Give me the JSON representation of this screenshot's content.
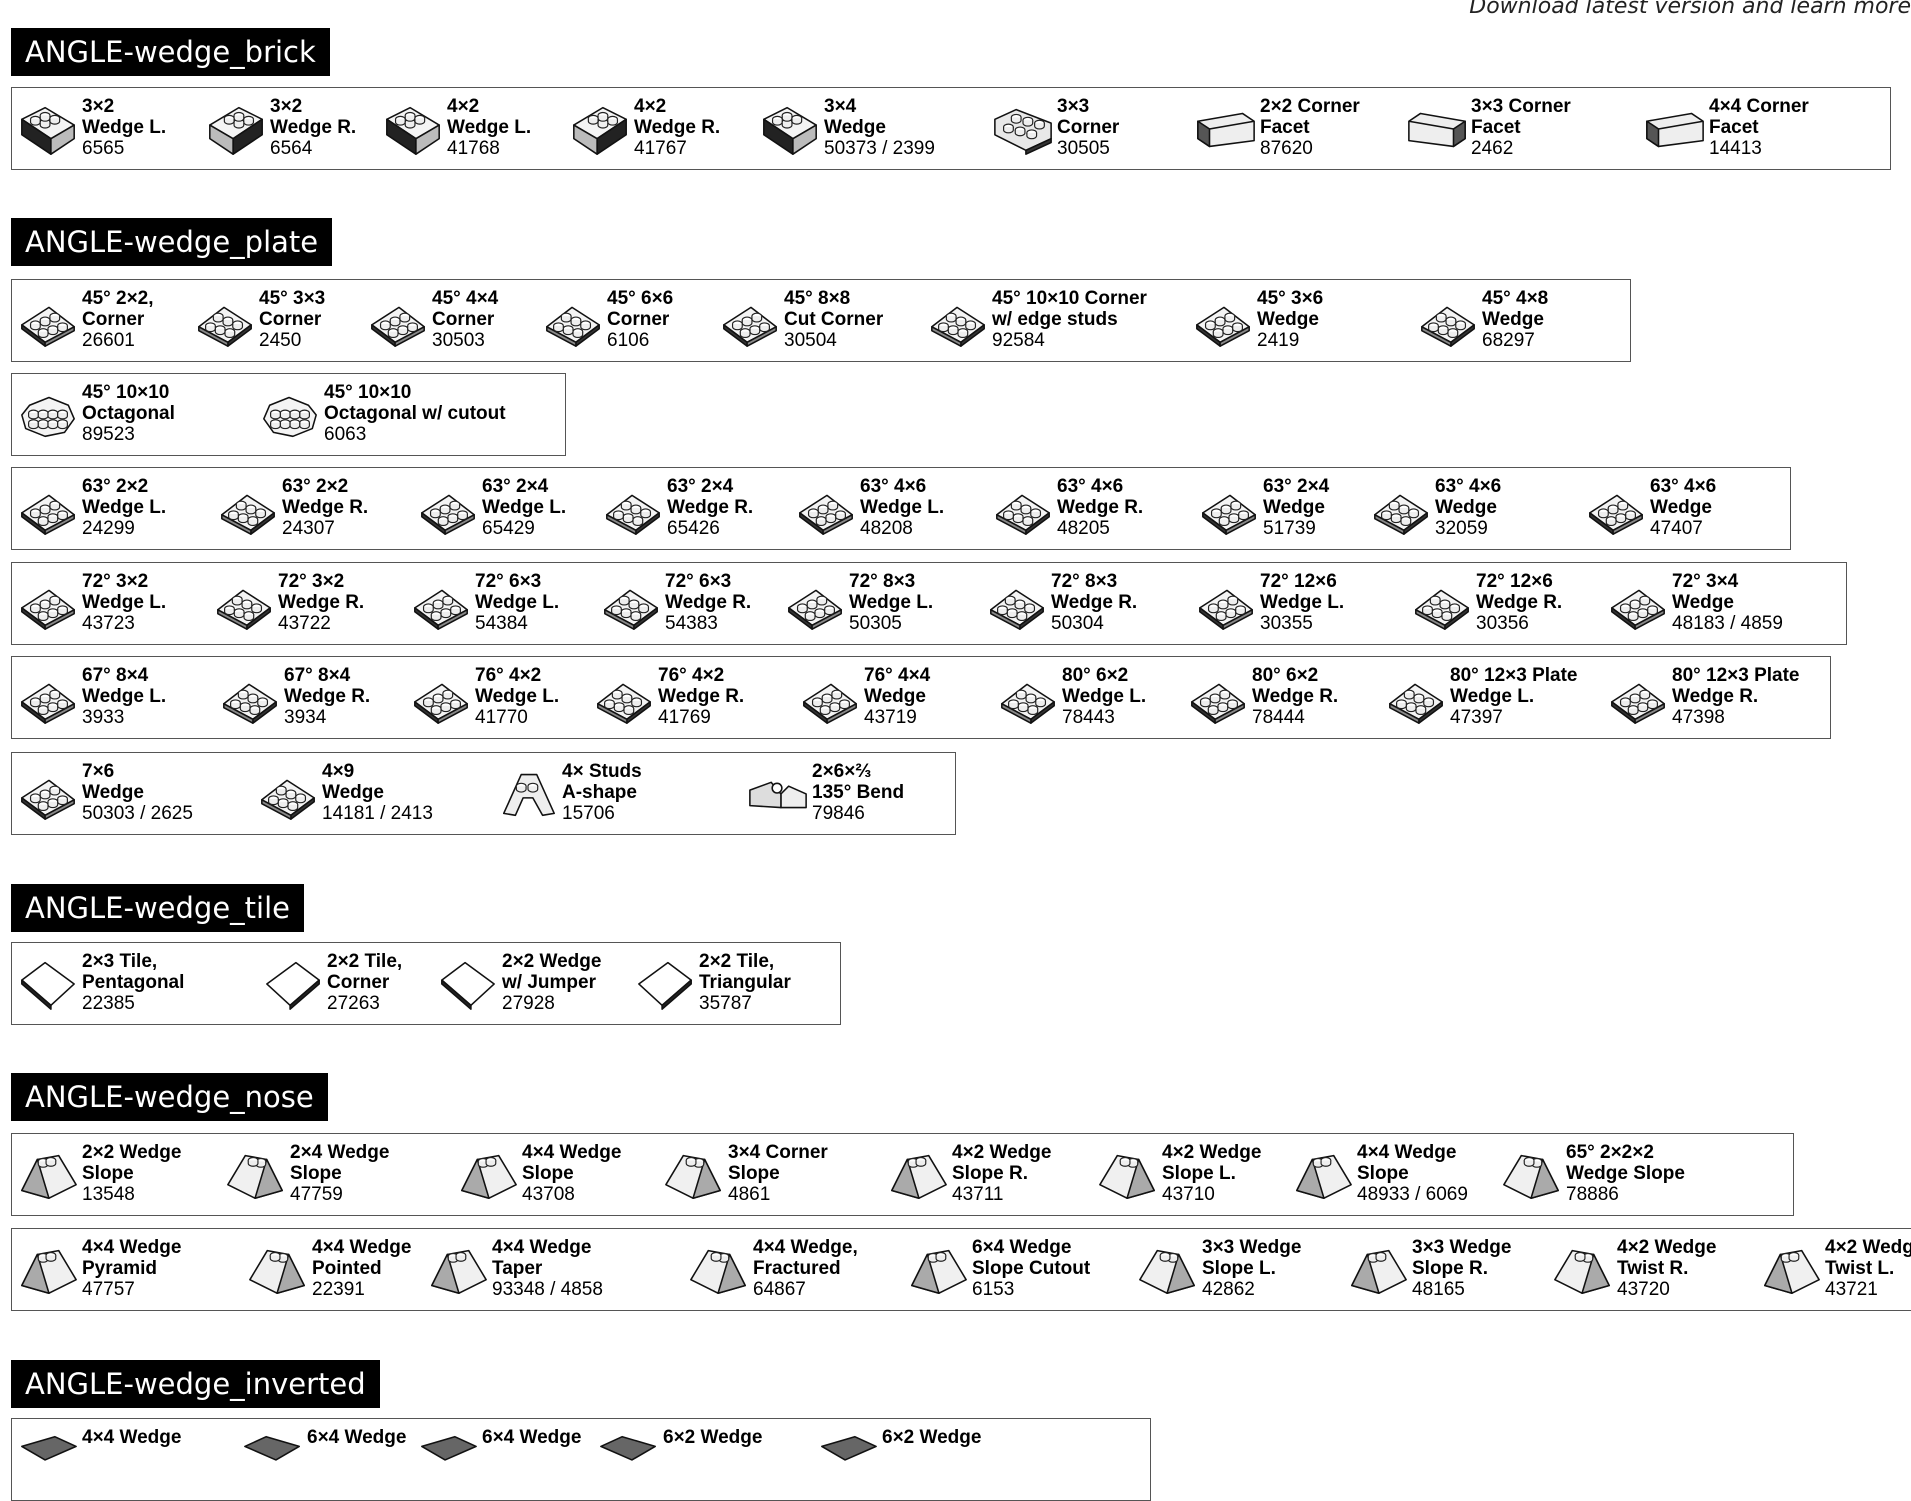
{
  "top_note": "Download latest version and learn more",
  "sections": [
    {
      "title": "ANGLE-wedge_brick",
      "rows": [
        {
          "items": [
            {
              "lines": [
                "3×2",
                "Wedge L."
              ],
              "num": "6565",
              "icon": "wedge-icon"
            },
            {
              "lines": [
                "3×2",
                "Wedge R."
              ],
              "num": "6564",
              "icon": "wedge-icon"
            },
            {
              "lines": [
                "4×2",
                "Wedge L."
              ],
              "num": "41768",
              "icon": "wedge-icon"
            },
            {
              "lines": [
                "4×2",
                "Wedge R."
              ],
              "num": "41767",
              "icon": "wedge-icon"
            },
            {
              "lines": [
                "3×4",
                "Wedge"
              ],
              "num": "50373 / 2399",
              "icon": "wedge-icon"
            },
            {
              "lines": [
                "3×3",
                "Corner"
              ],
              "num": "30505",
              "icon": "corner-icon"
            },
            {
              "lines": [
                "2×2 Corner",
                "Facet"
              ],
              "num": "87620",
              "icon": "facet-icon"
            },
            {
              "lines": [
                "3×3 Corner",
                "Facet"
              ],
              "num": "2462",
              "icon": "facet-icon"
            },
            {
              "lines": [
                "4×4 Corner",
                "Facet"
              ],
              "num": "14413",
              "icon": "facet-icon"
            }
          ]
        }
      ]
    },
    {
      "title": "ANGLE-wedge_plate",
      "rows": [
        {
          "items": [
            {
              "lines": [
                "45° 2×2,",
                "Corner"
              ],
              "num": "26601",
              "icon": "plate-icon"
            },
            {
              "lines": [
                "45° 3×3",
                "Corner"
              ],
              "num": "2450",
              "icon": "plate-icon"
            },
            {
              "lines": [
                "45° 4×4",
                "Corner"
              ],
              "num": "30503",
              "icon": "plate-icon"
            },
            {
              "lines": [
                "45° 6×6",
                "Corner"
              ],
              "num": "6106",
              "icon": "plate-icon"
            },
            {
              "lines": [
                "45° 8×8",
                "Cut Corner"
              ],
              "num": "30504",
              "icon": "plate-icon"
            },
            {
              "lines": [
                "45° 10×10 Corner",
                "w/ edge studs"
              ],
              "num": "92584",
              "icon": "plate-icon"
            },
            {
              "lines": [
                "45° 3×6",
                "Wedge"
              ],
              "num": "2419",
              "icon": "plate-icon"
            },
            {
              "lines": [
                "45° 4×8",
                "Wedge"
              ],
              "num": "68297",
              "icon": "plate-icon"
            }
          ]
        },
        {
          "items": [
            {
              "lines": [
                "45° 10×10",
                "Octagonal"
              ],
              "num": "89523",
              "icon": "octagon-icon"
            },
            {
              "lines": [
                "45° 10×10",
                "Octagonal w/ cutout"
              ],
              "num": "6063",
              "icon": "octagon-icon"
            }
          ]
        },
        {
          "items": [
            {
              "lines": [
                "63° 2×2",
                "Wedge L."
              ],
              "num": "24299",
              "icon": "plate-icon"
            },
            {
              "lines": [
                "63° 2×2",
                "Wedge R."
              ],
              "num": "24307",
              "icon": "plate-icon"
            },
            {
              "lines": [
                "63° 2×4",
                "Wedge L."
              ],
              "num": "65429",
              "icon": "plate-icon"
            },
            {
              "lines": [
                "63° 2×4",
                "Wedge R."
              ],
              "num": "65426",
              "icon": "plate-icon"
            },
            {
              "lines": [
                "63° 4×6",
                "Wedge L."
              ],
              "num": "48208",
              "icon": "plate-icon"
            },
            {
              "lines": [
                "63° 4×6",
                "Wedge R."
              ],
              "num": "48205",
              "icon": "plate-icon"
            },
            {
              "lines": [
                "63° 2×4",
                "Wedge"
              ],
              "num": "51739",
              "icon": "plate-icon"
            },
            {
              "lines": [
                "63° 4×6",
                "Wedge"
              ],
              "num": "32059",
              "icon": "plate-icon"
            },
            {
              "lines": [
                "63° 4×6",
                "Wedge"
              ],
              "num": "47407",
              "icon": "plate-icon"
            }
          ]
        },
        {
          "items": [
            {
              "lines": [
                "72° 3×2",
                "Wedge L."
              ],
              "num": "43723",
              "icon": "plate-icon"
            },
            {
              "lines": [
                "72° 3×2",
                "Wedge R."
              ],
              "num": "43722",
              "icon": "plate-icon"
            },
            {
              "lines": [
                "72° 6×3",
                "Wedge L."
              ],
              "num": "54384",
              "icon": "plate-icon"
            },
            {
              "lines": [
                "72° 6×3",
                "Wedge R."
              ],
              "num": "54383",
              "icon": "plate-icon"
            },
            {
              "lines": [
                "72° 8×3",
                "Wedge L."
              ],
              "num": "50305",
              "icon": "plate-icon"
            },
            {
              "lines": [
                "72° 8×3",
                "Wedge R."
              ],
              "num": "50304",
              "icon": "plate-icon"
            },
            {
              "lines": [
                "72° 12×6",
                "Wedge L."
              ],
              "num": "30355",
              "icon": "plate-icon"
            },
            {
              "lines": [
                "72° 12×6",
                "Wedge R."
              ],
              "num": "30356",
              "icon": "plate-icon"
            },
            {
              "lines": [
                "72° 3×4",
                "Wedge"
              ],
              "num": "48183 / 4859",
              "icon": "plate-icon"
            }
          ]
        },
        {
          "items": [
            {
              "lines": [
                "67° 8×4",
                "Wedge L."
              ],
              "num": "3933",
              "icon": "plate-icon"
            },
            {
              "lines": [
                "67° 8×4",
                "Wedge R."
              ],
              "num": "3934",
              "icon": "plate-icon"
            },
            {
              "lines": [
                "76° 4×2",
                "Wedge L."
              ],
              "num": "41770",
              "icon": "plate-icon"
            },
            {
              "lines": [
                "76° 4×2",
                "Wedge R."
              ],
              "num": "41769",
              "icon": "plate-icon"
            },
            {
              "lines": [
                "76° 4×4",
                "Wedge"
              ],
              "num": "43719",
              "icon": "plate-icon"
            },
            {
              "lines": [
                "80° 6×2",
                "Wedge L."
              ],
              "num": "78443",
              "icon": "plate-icon"
            },
            {
              "lines": [
                "80° 6×2",
                "Wedge R."
              ],
              "num": "78444",
              "icon": "plate-icon"
            },
            {
              "lines": [
                "80° 12×3 Plate",
                "Wedge L."
              ],
              "num": "47397",
              "icon": "plate-icon"
            },
            {
              "lines": [
                "80° 12×3 Plate",
                "Wedge R."
              ],
              "num": "47398",
              "icon": "plate-icon"
            }
          ]
        },
        {
          "items": [
            {
              "lines": [
                "7×6",
                "Wedge"
              ],
              "num": "50303 / 2625",
              "icon": "plate-icon"
            },
            {
              "lines": [
                "4×9",
                "Wedge"
              ],
              "num": "14181 / 2413",
              "icon": "plate-icon"
            },
            {
              "lines": [
                "4× Studs",
                "A-shape"
              ],
              "num": "15706",
              "icon": "a-shape-icon"
            },
            {
              "lines": [
                "2×6×⅔",
                "135° Bend"
              ],
              "num": "79846",
              "icon": "bend-icon"
            }
          ]
        }
      ]
    },
    {
      "title": "ANGLE-wedge_tile",
      "rows": [
        {
          "items": [
            {
              "lines": [
                "2×3 Tile,",
                "Pentagonal"
              ],
              "num": "22385",
              "icon": "tile-icon"
            },
            {
              "lines": [
                "2×2 Tile,",
                "Corner"
              ],
              "num": "27263",
              "icon": "tile-icon"
            },
            {
              "lines": [
                "2×2 Wedge",
                "w/ Jumper"
              ],
              "num": "27928",
              "icon": "tile-icon"
            },
            {
              "lines": [
                "2×2 Tile,",
                "Triangular"
              ],
              "num": "35787",
              "icon": "tile-icon"
            }
          ]
        }
      ]
    },
    {
      "title": "ANGLE-wedge_nose",
      "rows": [
        {
          "items": [
            {
              "lines": [
                "2×2 Wedge",
                "Slope"
              ],
              "num": "13548",
              "icon": "nose-icon"
            },
            {
              "lines": [
                "2×4 Wedge",
                "Slope"
              ],
              "num": "47759",
              "icon": "nose-icon"
            },
            {
              "lines": [
                "4×4 Wedge",
                "Slope"
              ],
              "num": "43708",
              "icon": "nose-icon"
            },
            {
              "lines": [
                "3×4 Corner",
                "Slope"
              ],
              "num": "4861",
              "icon": "nose-icon"
            },
            {
              "lines": [
                "4×2 Wedge",
                "Slope R."
              ],
              "num": "43711",
              "icon": "nose-icon"
            },
            {
              "lines": [
                "4×2 Wedge",
                "Slope L."
              ],
              "num": "43710",
              "icon": "nose-icon"
            },
            {
              "lines": [
                "4×4 Wedge",
                "Slope"
              ],
              "num": "48933 / 6069",
              "icon": "nose-icon"
            },
            {
              "lines": [
                "65° 2×2×2",
                "Wedge Slope"
              ],
              "num": "78886",
              "icon": "nose-icon"
            }
          ]
        },
        {
          "items": [
            {
              "lines": [
                "4×4 Wedge",
                "Pyramid"
              ],
              "num": "47757",
              "icon": "nose-icon"
            },
            {
              "lines": [
                "4×4 Wedge",
                "Pointed"
              ],
              "num": "22391",
              "icon": "nose-icon"
            },
            {
              "lines": [
                "4×4 Wedge",
                "Taper"
              ],
              "num": "93348 / 4858",
              "icon": "nose-icon"
            },
            {
              "lines": [
                "4×4 Wedge,",
                "Fractured"
              ],
              "num": "64867",
              "icon": "nose-icon"
            },
            {
              "lines": [
                "6×4 Wedge",
                "Slope Cutout"
              ],
              "num": "6153",
              "icon": "nose-icon"
            },
            {
              "lines": [
                "3×3 Wedge",
                "Slope L."
              ],
              "num": "42862",
              "icon": "nose-icon"
            },
            {
              "lines": [
                "3×3 Wedge",
                "Slope R."
              ],
              "num": "48165",
              "icon": "nose-icon"
            },
            {
              "lines": [
                "4×2 Wedge",
                "Twist R."
              ],
              "num": "43720",
              "icon": "nose-icon"
            },
            {
              "lines": [
                "4×2 Wedg",
                "Twist L."
              ],
              "num": "43721",
              "icon": "nose-icon"
            }
          ]
        }
      ]
    },
    {
      "title": "ANGLE-wedge_inverted",
      "rows": [
        {
          "items": [
            {
              "lines": [
                "4×4 Wedge"
              ],
              "num": "",
              "icon": "inverted-icon"
            },
            {
              "lines": [
                "6×4 Wedge"
              ],
              "num": "",
              "icon": "inverted-icon"
            },
            {
              "lines": [
                "6×4 Wedge"
              ],
              "num": "",
              "icon": "inverted-icon"
            },
            {
              "lines": [
                "6×2 Wedge"
              ],
              "num": "",
              "icon": "inverted-icon"
            },
            {
              "lines": [
                "6×2 Wedge"
              ],
              "num": "",
              "icon": "inverted-icon"
            }
          ]
        }
      ]
    }
  ]
}
